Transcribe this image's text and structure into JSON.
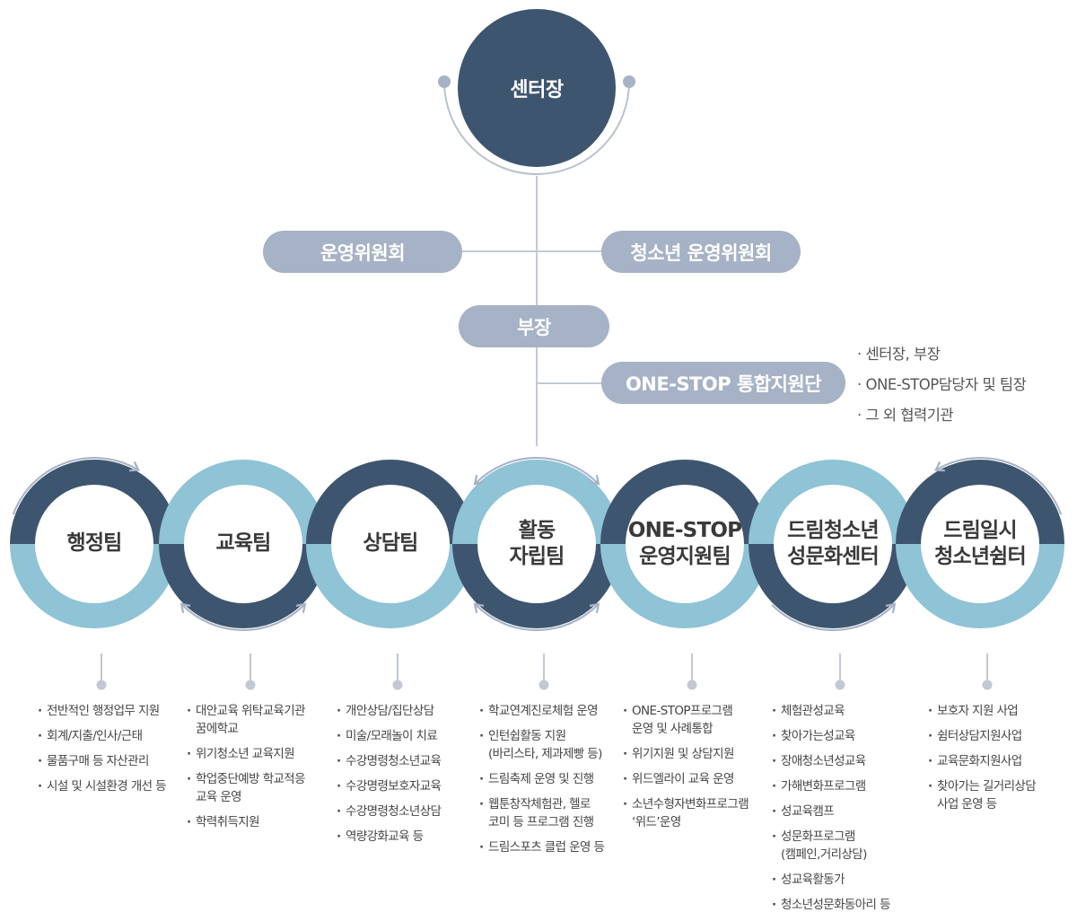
{
  "head": {
    "label": "센터장"
  },
  "committees": {
    "left": "운영위원회",
    "right": "청소년 운영위원회"
  },
  "deputy": {
    "label": "부장"
  },
  "onestop": {
    "label": "ONE-STOP 통합지원단",
    "notes": [
      "· 센터장, 부장",
      "· ONE-STOP담당자 및 팀장",
      "· 그 외 협력기관"
    ]
  },
  "colors": {
    "dark": "#3e5570",
    "light": "#8fc3d6",
    "gray": "#a6b2c5",
    "line": "#c2c9d5"
  },
  "teams": [
    {
      "label": "행정팀",
      "duties": [
        [
          "전반적인 행정업무 지원"
        ],
        [
          "회계/지출/인사/근태"
        ],
        [
          "물품구매 등 자산관리"
        ],
        [
          "시설 및 시설환경 개선 등"
        ]
      ]
    },
    {
      "label": "교육팀",
      "duties": [
        [
          "대안교육 위탁교육기관",
          "꿈에학교"
        ],
        [
          "위기청소년 교육지원"
        ],
        [
          "학업중단예방 학교적응",
          "교육 운영"
        ],
        [
          "학력취득지원"
        ]
      ]
    },
    {
      "label": "상담팀",
      "duties": [
        [
          "개안상담/집단상담"
        ],
        [
          "미술/모래놀이 치료"
        ],
        [
          "수강명령청소년교육"
        ],
        [
          "수강명령보호자교육"
        ],
        [
          "수강명령청소년상담"
        ],
        [
          "역량강화교육 등"
        ]
      ]
    },
    {
      "label": "활동\n자립팀",
      "duties": [
        [
          "학교연계진로체험 운영"
        ],
        [
          "인턴쉽활동 지원",
          "(바리스타, 제과제빵 등)"
        ],
        [
          "드림축제 운영 및 진행"
        ],
        [
          "웹툰창작체험관, 헬로",
          "코미 등 프로그램 진행"
        ],
        [
          "드림스포츠 클럽 운영 등"
        ]
      ]
    },
    {
      "label": "ONE-STOP\n운영지원팀",
      "duties": [
        [
          "ONE-STOP프로그램",
          "운영 및 사례통합"
        ],
        [
          "위기지원 및 상담지원"
        ],
        [
          "위드엘라이 교육 운영"
        ],
        [
          "소년수형자변화프로그램",
          "‘위드’운영"
        ]
      ]
    },
    {
      "label": "드림청소년\n성문화센터",
      "duties": [
        [
          "체험관성교육"
        ],
        [
          "찾아가는성교육"
        ],
        [
          "장애청소년성교육"
        ],
        [
          "가해변화프로그램"
        ],
        [
          "성교육캠프"
        ],
        [
          "성문화프로그램",
          "(캠페인,거리상담)"
        ],
        [
          "성교육활동가"
        ],
        [
          "청소년성문화동아리 등"
        ]
      ]
    },
    {
      "label": "드림일시\n청소년쉼터",
      "duties": [
        [
          "보호자 지원 사업"
        ],
        [
          "쉼터상담지원사업"
        ],
        [
          "교육문화지원사업"
        ],
        [
          "찾아가는 길거리상담",
          "사업 운영 등"
        ]
      ]
    }
  ]
}
